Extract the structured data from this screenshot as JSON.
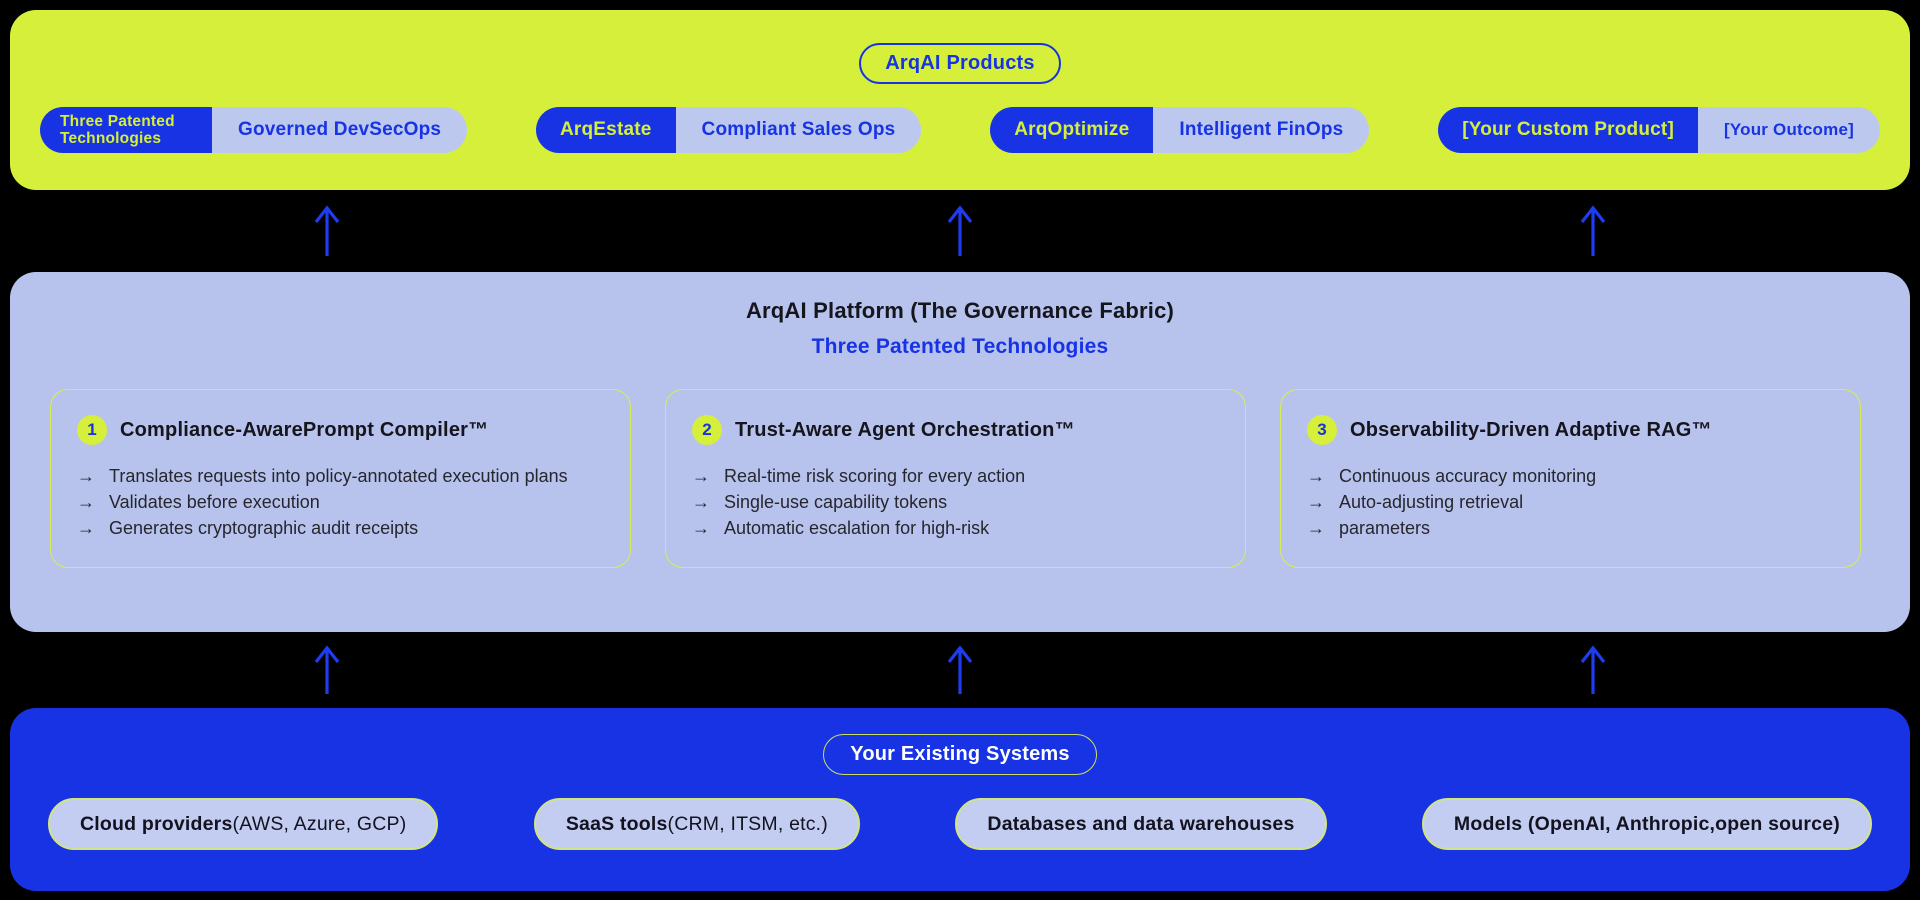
{
  "colors": {
    "lime": "#d6ef3b",
    "blue": "#1733e4",
    "periwinkle": "#b7c3ec",
    "black": "#000000",
    "white": "#ffffff"
  },
  "products_band": {
    "badge_label": "ArqAI Products",
    "pills": [
      {
        "left_label": "Three Patented Technologies",
        "right_label": "Governed DevSecOps"
      },
      {
        "left_label": "ArqEstate",
        "right_label": "Compliant Sales Ops"
      },
      {
        "left_label": "ArqOptimize",
        "right_label": "Intelligent FinOps"
      },
      {
        "left_label": "[Your Custom Product]",
        "right_label": "[Your Outcome]"
      }
    ]
  },
  "platform_band": {
    "title": "ArqAI Platform (The Governance Fabric)",
    "subtitle": "Three Patented Technologies",
    "bullet_marker": "→",
    "cards": [
      {
        "number": "1",
        "title": "Compliance-AwarePrompt Compiler™",
        "bullets": [
          "Translates requests into policy-annotated execution plans",
          "Validates before execution",
          "Generates cryptographic audit receipts"
        ]
      },
      {
        "number": "2",
        "title": "Trust-Aware Agent Orchestration™",
        "bullets": [
          "Real-time risk scoring for every action",
          "Single-use capability tokens",
          "Automatic escalation for high-risk"
        ]
      },
      {
        "number": "3",
        "title": "Observability-Driven Adaptive RAG™",
        "bullets": [
          "Continuous accuracy monitoring",
          "Auto-adjusting retrieval",
          "parameters"
        ]
      }
    ]
  },
  "systems_band": {
    "badge_label": "Your Existing Systems",
    "pills": [
      {
        "label_bold": "Cloud providers",
        "label_regular": " (AWS, Azure, GCP)"
      },
      {
        "label_bold": "SaaS tools",
        "label_regular": " (CRM, ITSM, etc.)"
      },
      {
        "label_bold": "Databases and data warehouses",
        "label_regular": ""
      },
      {
        "label_bold": "Models (OpenAI, Anthropic,open source)",
        "label_regular": ""
      }
    ]
  }
}
